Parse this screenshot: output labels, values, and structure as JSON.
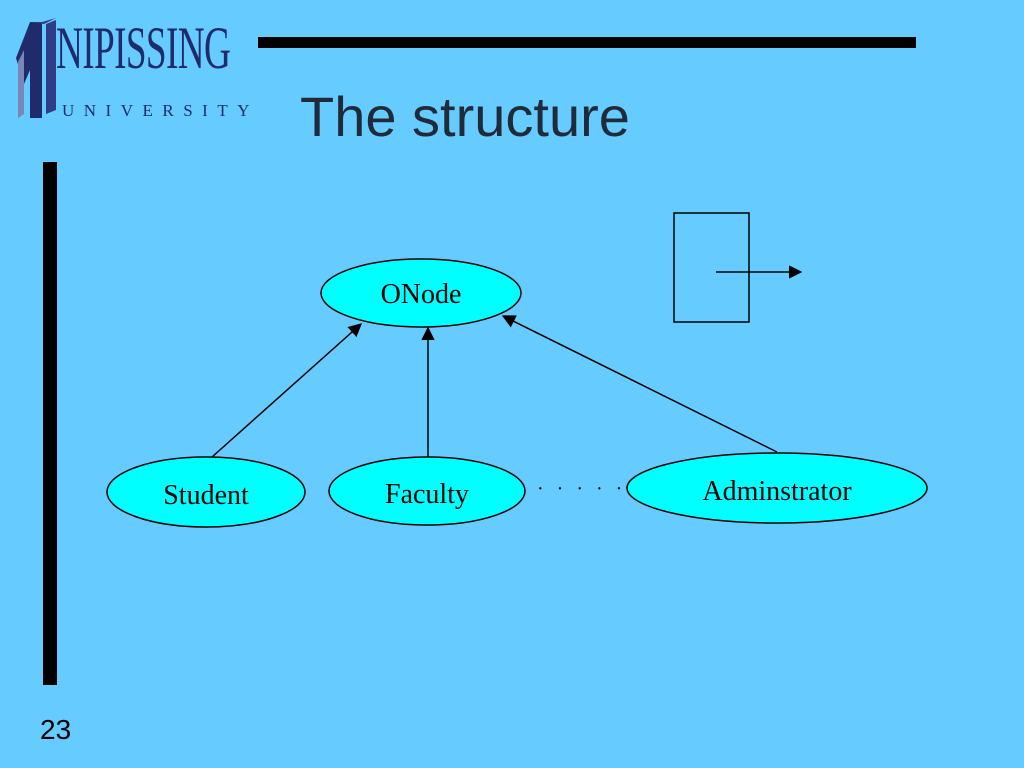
{
  "slide": {
    "logo": {
      "name": "NIPISSING",
      "subtitle": "UNIVERSITY"
    },
    "title": "The structure",
    "page_number": "23"
  },
  "diagram": {
    "nodes": {
      "onode": "ONode",
      "student": "Student",
      "faculty": "Faculty",
      "administrator": "Adminstrator"
    },
    "ellipsis": "· · · · ·"
  },
  "colors": {
    "background": "#66ccff",
    "node_fill": "#00ffff",
    "rule": "#000000",
    "logo_ink": "#1f2b6b"
  }
}
